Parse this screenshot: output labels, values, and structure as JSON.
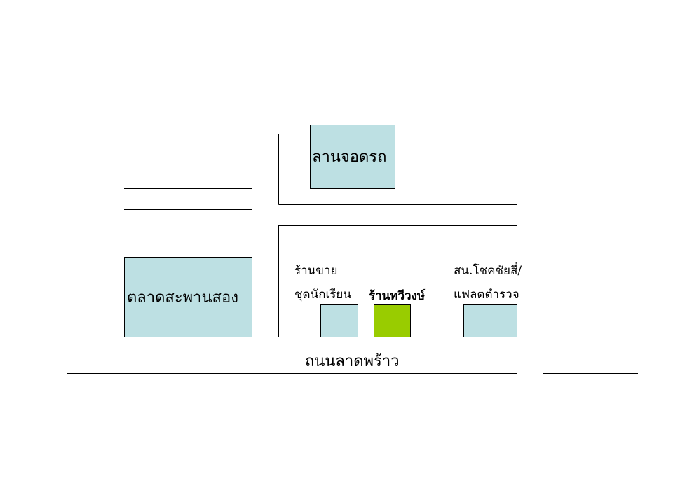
{
  "map": {
    "colors": {
      "building": "#bde0e3",
      "highlight": "#99cc00",
      "line": "#000000",
      "background": "#ffffff"
    },
    "labels": {
      "parking_lot": "ลานจอดรถ",
      "market": "ตลาดสะพานสอง",
      "uniform_shop_line1": "ร้านขาย",
      "uniform_shop_line2": "ชุดนักเรียน",
      "target_shop": "ร้านทวีวงษ์",
      "police_line1": "สน.โชคชัยสี่/",
      "police_line2": "แฟลตตำรวจ",
      "main_road": "ถนนลาดพร้าว"
    }
  }
}
